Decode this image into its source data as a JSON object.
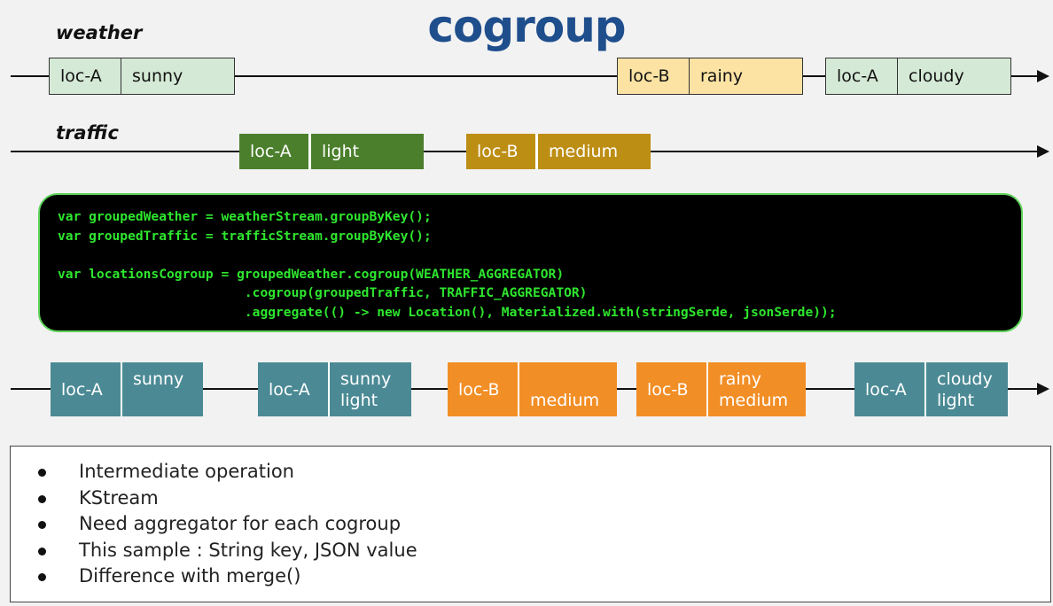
{
  "title": "cogroup",
  "streams": {
    "weather": {
      "label": "weather",
      "records": [
        {
          "key": "loc-A",
          "value": "sunny"
        },
        {
          "key": "loc-B",
          "value": "rainy"
        },
        {
          "key": "loc-A",
          "value": "cloudy"
        }
      ]
    },
    "traffic": {
      "label": "traffic",
      "records": [
        {
          "key": "loc-A",
          "value": "light"
        },
        {
          "key": "loc-B",
          "value": "medium"
        }
      ]
    },
    "result": {
      "records": [
        {
          "key": "loc-A",
          "value_line1": "sunny",
          "value_line2": ""
        },
        {
          "key": "loc-A",
          "value_line1": "sunny",
          "value_line2": "light"
        },
        {
          "key": "loc-B",
          "value_line1": "",
          "value_line2": "medium"
        },
        {
          "key": "loc-B",
          "value_line1": "rainy",
          "value_line2": "medium"
        },
        {
          "key": "loc-A",
          "value_line1": "cloudy",
          "value_line2": "light"
        }
      ]
    }
  },
  "code": {
    "lines": [
      "var groupedWeather = weatherStream.groupByKey();",
      "var groupedTraffic = trafficStream.groupByKey();",
      "",
      "var locationsCogroup = groupedWeather.cogroup(WEATHER_AGGREGATOR)",
      "                        .cogroup(groupedTraffic, TRAFFIC_AGGREGATOR)",
      "                        .aggregate(() -> new Location(), Materialized.with(stringSerde, jsonSerde));"
    ]
  },
  "notes": [
    "Intermediate operation",
    "KStream",
    "Need aggregator for each cogroup",
    "This sample : String key, JSON value",
    "Difference with merge()"
  ],
  "colors": {
    "title": "#1f4e8c",
    "weather_fill": "#d5ead6",
    "weather_rainy_fill": "#fce3a4",
    "traffic_light": "#4b7f2c",
    "traffic_medium": "#bd8e14",
    "result_teal": "#4b8a95",
    "result_orange": "#f28e26",
    "code_text": "#2ee62e",
    "code_border": "#5fd35a"
  }
}
